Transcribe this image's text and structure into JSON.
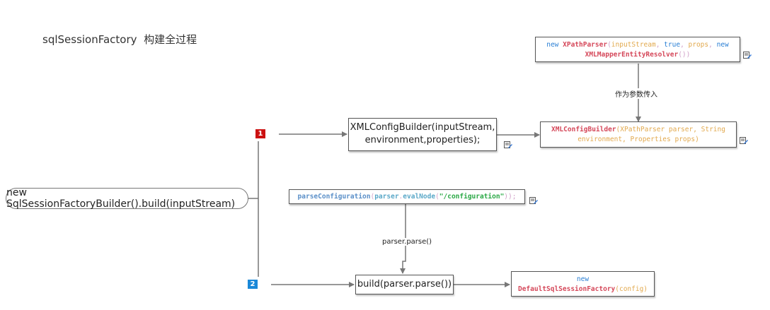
{
  "title": "sqlSessionFactory  构建全过程",
  "root_node": "new SqlSessionFactoryBuilder().build(inputStream)",
  "badges": {
    "one": "1",
    "two": "2"
  },
  "xml_config_builder_call": {
    "line1": "XMLConfigBuilder(inputStream,",
    "line2": "environment,properties);"
  },
  "xpath_parser": {
    "kw_new1": "new",
    "cls1": "XPathParser",
    "p_open": "(",
    "arg1": "inputStream",
    "c1": ", ",
    "kw_true": "true",
    "c2": ", ",
    "arg2": "props",
    "c3": ", ",
    "kw_new2": "new",
    "cls2": "XMLMapperEntityResolver",
    "p_close": "())"
  },
  "xml_config_builder_ctor": {
    "cls": "XMLConfigBuilder",
    "sig1": "(XPathParser parser, String",
    "sig2": "environment, Properties props)"
  },
  "edge_label_pass_param": "作为参数传入",
  "parse_configuration": {
    "fn": "parseConfiguration",
    "p1": "(",
    "obj": "parser",
    "dot": ".",
    "method": "evalNode",
    "p2": "(",
    "str": "\"/configuration\"",
    "p3": "));"
  },
  "edge_label_parser_parse": "parser.parse()",
  "build_call": "build(parser.parse())",
  "default_factory": {
    "kw_new": "new",
    "cls": "DefaultSqlSessionFactory",
    "arg": "(config)"
  },
  "colors": {
    "badge1": "#cc1111",
    "badge2": "#1a88d8",
    "line": "#777777"
  },
  "icons": {
    "note": "note-edit-icon"
  }
}
